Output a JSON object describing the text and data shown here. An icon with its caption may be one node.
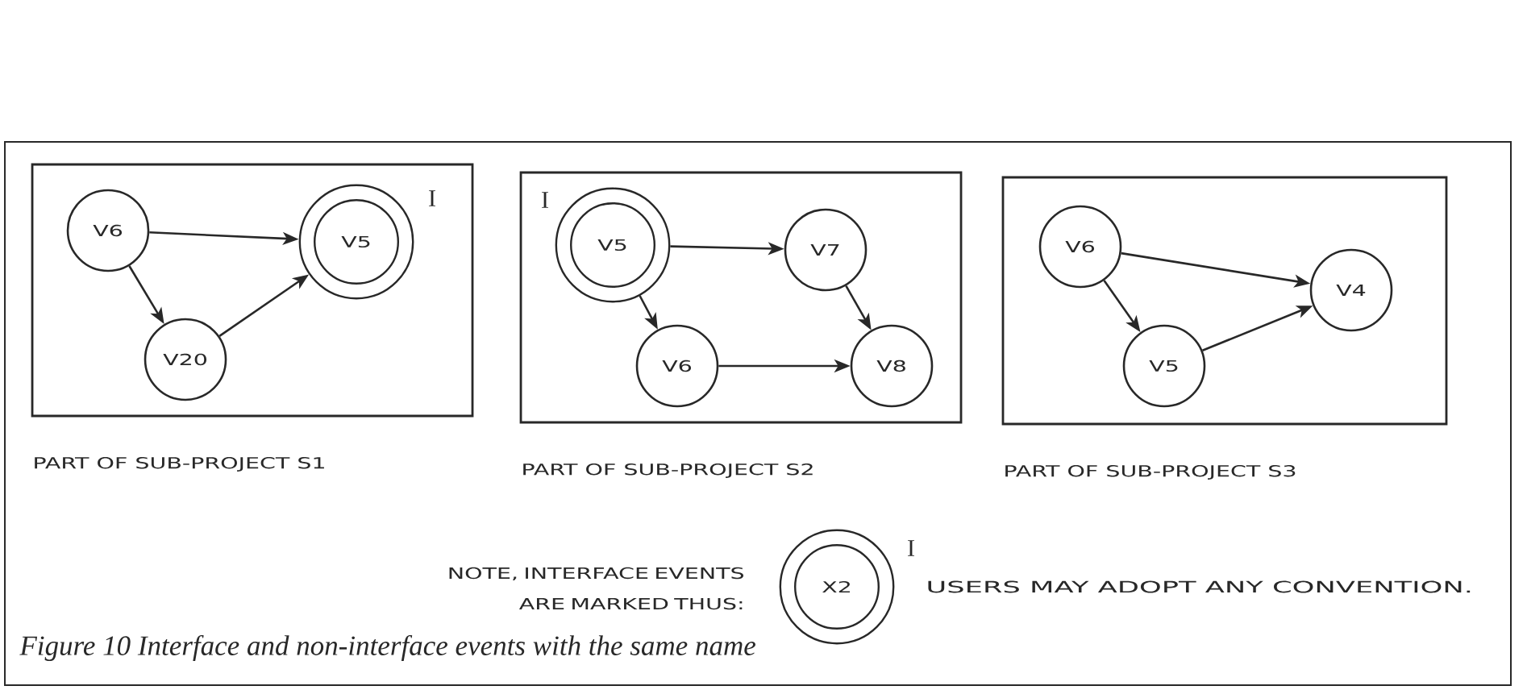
{
  "diagram": {
    "caption": "Figure 10 Interface and non-interface events with the same name",
    "nodes": [
      {
        "text": [
          "PART OF SUB-PROJECT S1"
        ]
      },
      {
        "text": [
          "V6"
        ],
        "in": 0
      },
      {
        "text": [
          "V5"
        ],
        "in": 0,
        "beside": [
          "I"
        ]
      },
      {
        "text": [
          "V20"
        ],
        "in": 0
      },
      {
        "text": [
          "PART OF SUB-PROJECT S2"
        ]
      },
      {
        "text": [
          "V5"
        ],
        "in": 4,
        "beside": [
          "I"
        ]
      },
      {
        "text": [
          "V7"
        ],
        "in": 4
      },
      {
        "text": [
          "V6"
        ],
        "in": 4
      },
      {
        "text": [
          "V8"
        ],
        "in": 4
      },
      {
        "text": [
          "PART OF SUB-PROJECT S3"
        ]
      },
      {
        "text": [
          "V6"
        ],
        "in": 9
      },
      {
        "text": [
          "V4"
        ],
        "in": 9
      },
      {
        "text": [
          "V5"
        ],
        "in": 9
      },
      {
        "text": [
          "X2"
        ],
        "beside": [
          "I"
        ]
      }
    ],
    "edges": [
      {
        "from": 1,
        "to": 2,
        "arrow": "to"
      },
      {
        "from": 1,
        "to": 3,
        "arrow": "to"
      },
      {
        "from": 3,
        "to": 2,
        "arrow": "to"
      },
      {
        "from": 5,
        "to": 6,
        "arrow": "to"
      },
      {
        "from": 5,
        "to": 7,
        "arrow": "to"
      },
      {
        "from": 6,
        "to": 8,
        "arrow": "to"
      },
      {
        "from": 7,
        "to": 8,
        "arrow": "to"
      },
      {
        "from": 10,
        "to": 11,
        "arrow": "to"
      },
      {
        "from": 10,
        "to": 12,
        "arrow": "to"
      },
      {
        "from": 12,
        "to": 11,
        "arrow": "to"
      }
    ],
    "labels": [
      "NOTE, INTERFACE EVENTS ARE MARKED THUS:",
      "USERS MAY ADOPT ANY CONVENTION."
    ]
  }
}
